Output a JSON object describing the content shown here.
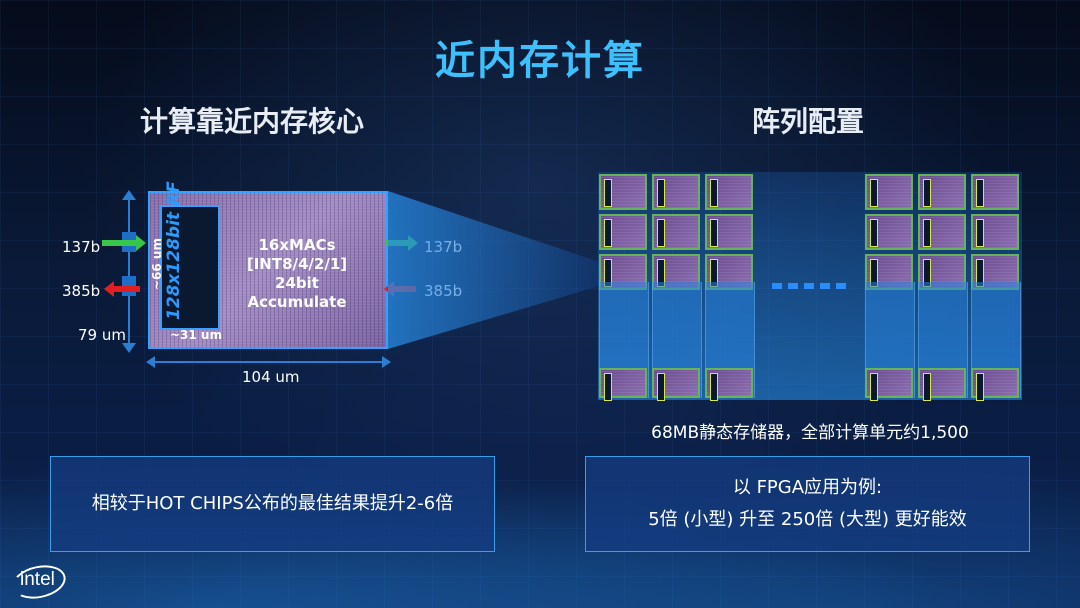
{
  "slide": {
    "title": "近内存计算",
    "left_heading": "计算靠近内存核心",
    "right_heading": "阵列配置"
  },
  "diagram": {
    "in_left": "137b",
    "out_left": "385b",
    "height_label": "79 um",
    "rf_label": "128x128bit RF",
    "rf_height": "~66 um",
    "rf_width": "~31 um",
    "mac_line1": "16xMACs",
    "mac_line2": "[INT8/4/2/1]",
    "mac_line3": "24bit",
    "mac_line4": "Accumulate",
    "out_right": "137b",
    "in_right": "385b",
    "width_label": "104 um"
  },
  "array": {
    "caption": "68MB静态存储器，全部计算单元约1,500"
  },
  "boxes": {
    "left_text": "相较于HOT CHIPS公布的最佳结果提升2-6倍",
    "right_line1": "以 FPGA应用为例:",
    "right_line2": "5倍 (小型) 升至 250倍 (大型) 更好能效"
  },
  "brand": {
    "logo": "intel"
  },
  "colors": {
    "accent": "#3ec0ff",
    "input_arrow": "#35c64a",
    "output_arrow": "#e02020"
  }
}
